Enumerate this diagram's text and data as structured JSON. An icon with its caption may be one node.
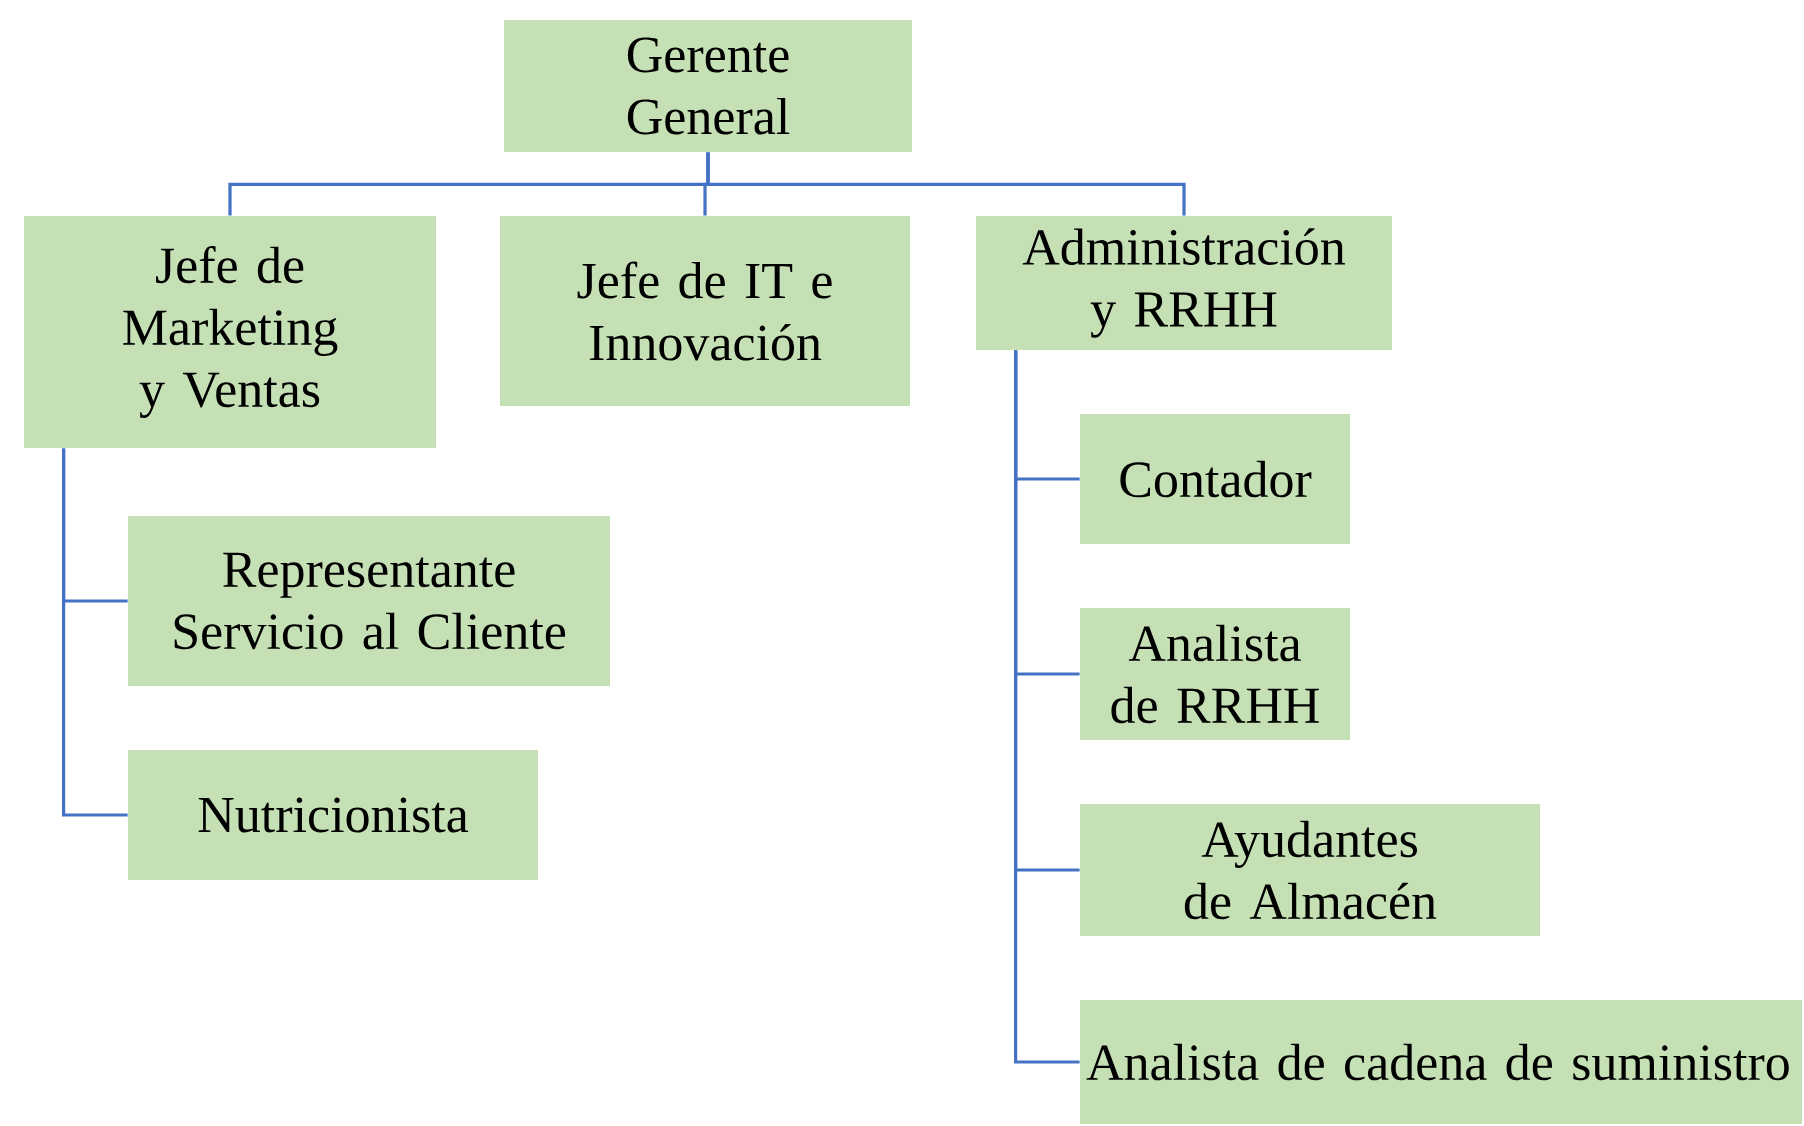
{
  "diagram": {
    "nodes": [
      {
        "text": [
          "Gerente General"
        ]
      },
      {
        "text": [
          "Jefe de Marketing y Ventas"
        ]
      },
      {
        "text": [
          "Jefe de IT e Innovación"
        ]
      },
      {
        "text": [
          "Administración y RRHH"
        ]
      },
      {
        "text": [
          "Representante Servicio al Cliente"
        ]
      },
      {
        "text": [
          "Nutricionista"
        ]
      },
      {
        "text": [
          "Contador"
        ]
      },
      {
        "text": [
          "Analista de RRHH"
        ]
      },
      {
        "text": [
          "Ayudantes de Almacén"
        ]
      },
      {
        "text": [
          "Analista de cadena de suministro"
        ]
      }
    ],
    "edges": [
      {
        "from": 0,
        "to": 1,
        "arrow": "none"
      },
      {
        "from": 0,
        "to": 2,
        "arrow": "none"
      },
      {
        "from": 0,
        "to": 3,
        "arrow": "none"
      },
      {
        "from": 1,
        "to": 4,
        "arrow": "none"
      },
      {
        "from": 1,
        "to": 5,
        "arrow": "none"
      },
      {
        "from": 3,
        "to": 6,
        "arrow": "none"
      },
      {
        "from": 3,
        "to": 7,
        "arrow": "none"
      },
      {
        "from": 3,
        "to": 8,
        "arrow": "none"
      },
      {
        "from": 3,
        "to": 9,
        "arrow": "none"
      }
    ]
  }
}
